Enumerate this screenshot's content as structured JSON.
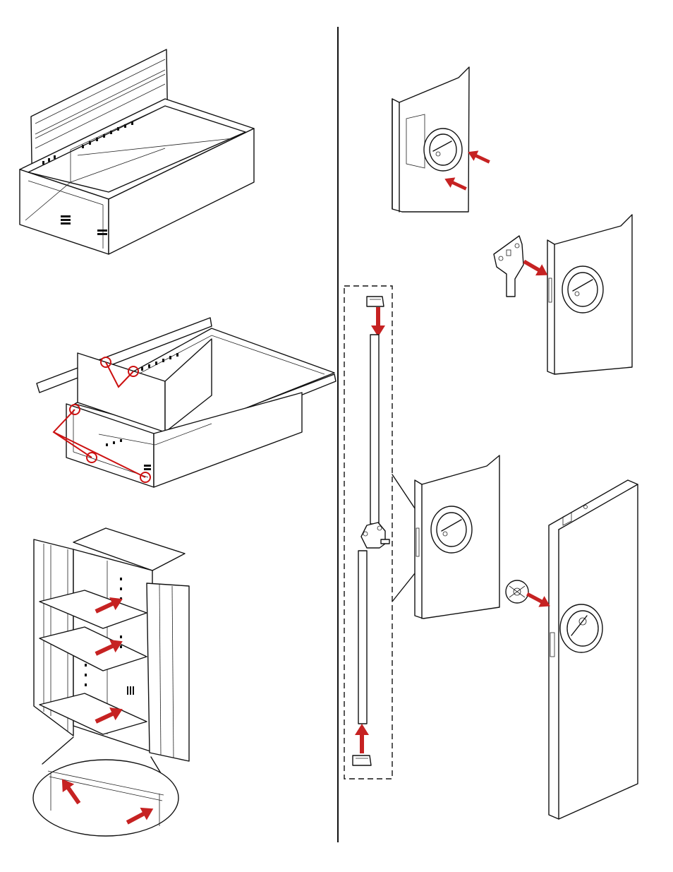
{
  "colors": {
    "line": "#111111",
    "accent_arrow": "#c62222",
    "callout": "#cc1111",
    "background": "#ffffff"
  },
  "figure": {
    "steps_left": [
      "cabinet-top-frame",
      "cabinet-back-panels",
      "cabinet-shelves-doors"
    ],
    "steps_right": [
      "lock-knob",
      "lock-bracket",
      "lock-rod-assembly",
      "door-lock-clip"
    ]
  }
}
